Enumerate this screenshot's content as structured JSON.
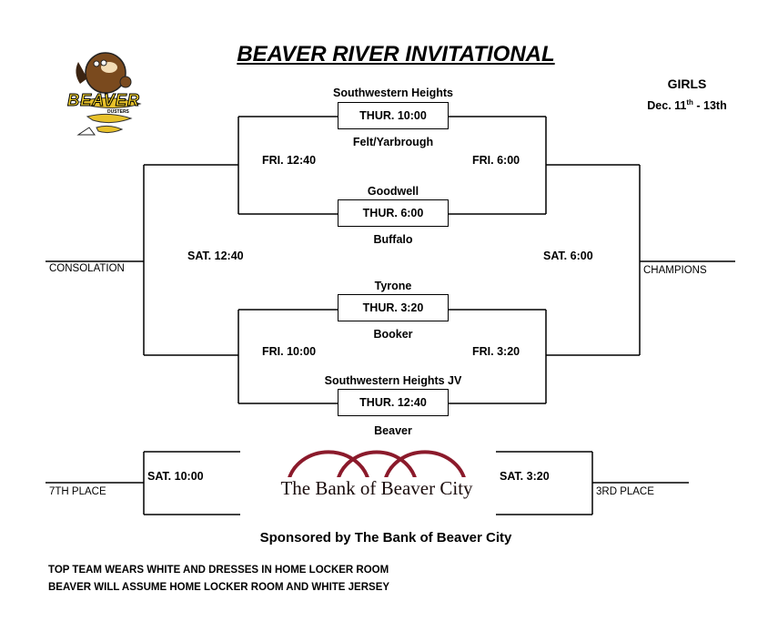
{
  "title": "BEAVER RIVER INVITATIONAL",
  "division": "GIRLS",
  "dates": {
    "start_day": "Dec. 11",
    "start_sup": "th",
    "sep": " - 13th"
  },
  "logo": {
    "text": "BEAVER",
    "sub": "DUSTERS"
  },
  "games": {
    "g1": {
      "team_top": "Southwestern Heights",
      "time": "THUR. 10:00",
      "team_bottom": "Felt/Yarbrough"
    },
    "g2": {
      "team_top": "Goodwell",
      "time": "THUR. 6:00",
      "team_bottom": "Buffalo"
    },
    "g3": {
      "team_top": "Tyrone",
      "time": "THUR. 3:20",
      "team_bottom": "Booker"
    },
    "g4": {
      "team_top": "Southwestern Heights JV",
      "time": "THUR. 12:40",
      "team_bottom": "Beaver"
    }
  },
  "times": {
    "fri_left_top": "FRI. 12:40",
    "fri_right_top": "FRI. 6:00",
    "fri_left_bottom": "FRI. 10:00",
    "fri_right_bottom": "FRI. 3:20",
    "sat_left": "SAT. 12:40",
    "sat_right": "SAT. 6:00",
    "sat_7th": "SAT. 10:00",
    "sat_3rd": "SAT. 3:20"
  },
  "labels": {
    "consolation": "CONSOLATION",
    "champions": "CHAMPIONS",
    "seventh": "7TH PLACE",
    "third": "3RD PLACE"
  },
  "bank": {
    "name": "The Bank of Beaver City",
    "color": "#8b1a2b"
  },
  "sponsor": "Sponsored by The Bank of Beaver City",
  "notes": [
    "TOP TEAM WEARS WHITE AND DRESSES IN HOME LOCKER ROOM",
    "BEAVER WILL ASSUME HOME LOCKER ROOM AND WHITE JERSEY"
  ]
}
